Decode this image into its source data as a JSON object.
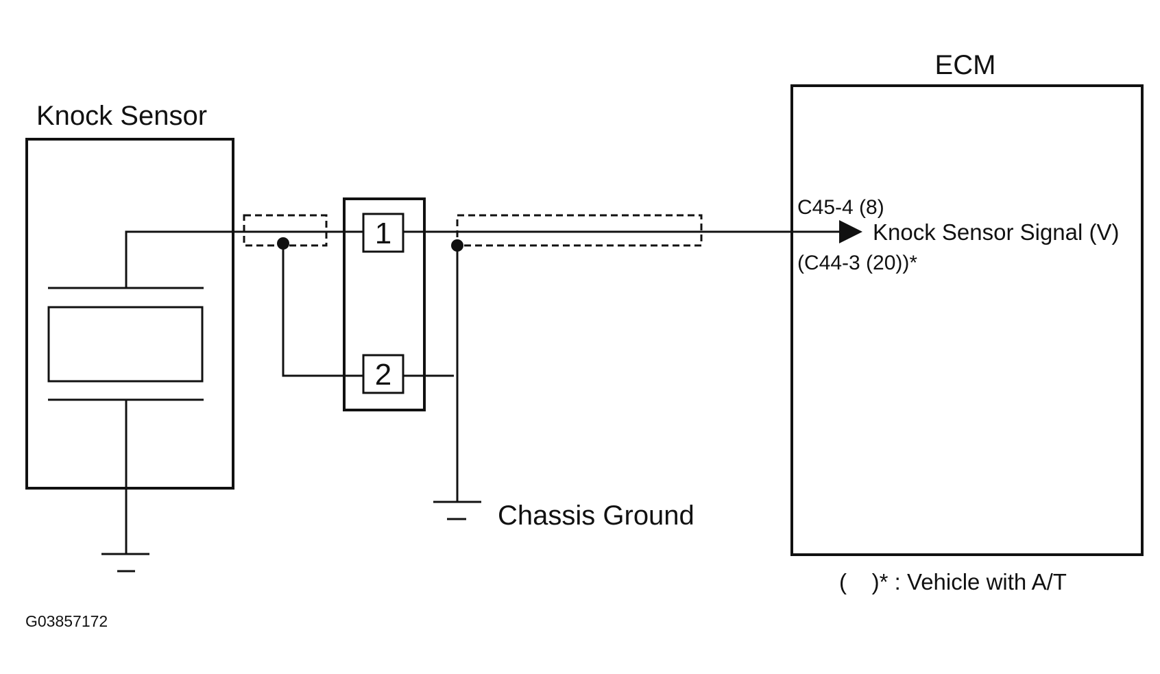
{
  "knock_sensor": {
    "title": "Knock Sensor"
  },
  "connector": {
    "pin1": "1",
    "pin2": "2"
  },
  "ground": {
    "label": "Chassis Ground"
  },
  "ecm": {
    "title": "ECM",
    "terminal": "C45-4 (8)",
    "terminal_alt": "(C44-3 (20))*",
    "signal": "Knock Sensor Signal (V)"
  },
  "note": {
    "text": "(    )* : Vehicle with A/T"
  },
  "figure_id": "G03857172",
  "colors": {
    "line": "#111111",
    "background": "#ffffff"
  }
}
